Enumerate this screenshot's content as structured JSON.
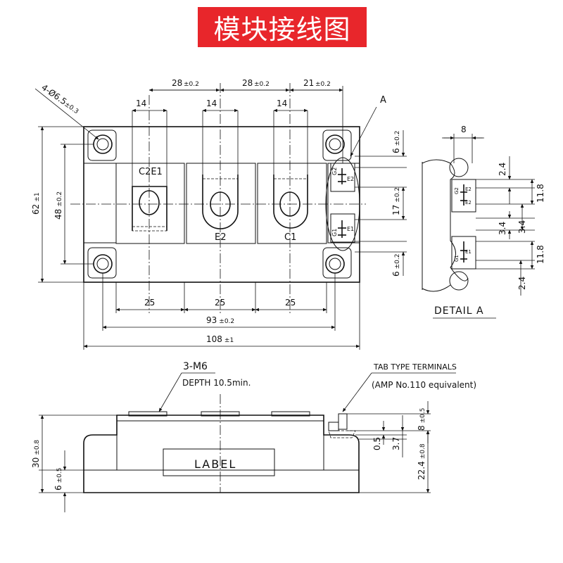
{
  "title": "模块接线图",
  "top_view": {
    "dims": {
      "pitch_left": "28",
      "pitch_mid": "28",
      "pitch_right": "21",
      "tol_02": "±0.2",
      "tol_1": "±1",
      "tol_03": "±0.3",
      "terminal_width": "14",
      "mount_hole": "4-Ø6.5",
      "height_total": "62",
      "height_holes": "48",
      "bottom_25": "25",
      "holes_span": "93",
      "length_total": "108",
      "right_6": "6",
      "right_17": "17"
    },
    "labels": {
      "c2e1": "C2E1",
      "e2": "E2",
      "c1": "C1",
      "detail_ref": "A",
      "g2": "G2",
      "e2_small": "E2",
      "g1": "G1",
      "e1_small": "E1"
    }
  },
  "detail_a": {
    "title": "DETAIL A",
    "dims": {
      "width": "8",
      "d24": "2.4",
      "d118": "11.8",
      "d34": "3.4"
    }
  },
  "side_view": {
    "screw": "3-M6",
    "depth": "DEPTH 10.5min.",
    "tab_title": "TAB TYPE TERMINALS",
    "tab_note": "(AMP No.110 equivalent)",
    "label": "LABEL",
    "dims": {
      "height": "30",
      "tol_08": "±0.8",
      "tol_05": "±0.5",
      "base": "6",
      "tab_h": "8",
      "d05": "0.5",
      "d37": "3.7",
      "d224": "22.4"
    }
  }
}
